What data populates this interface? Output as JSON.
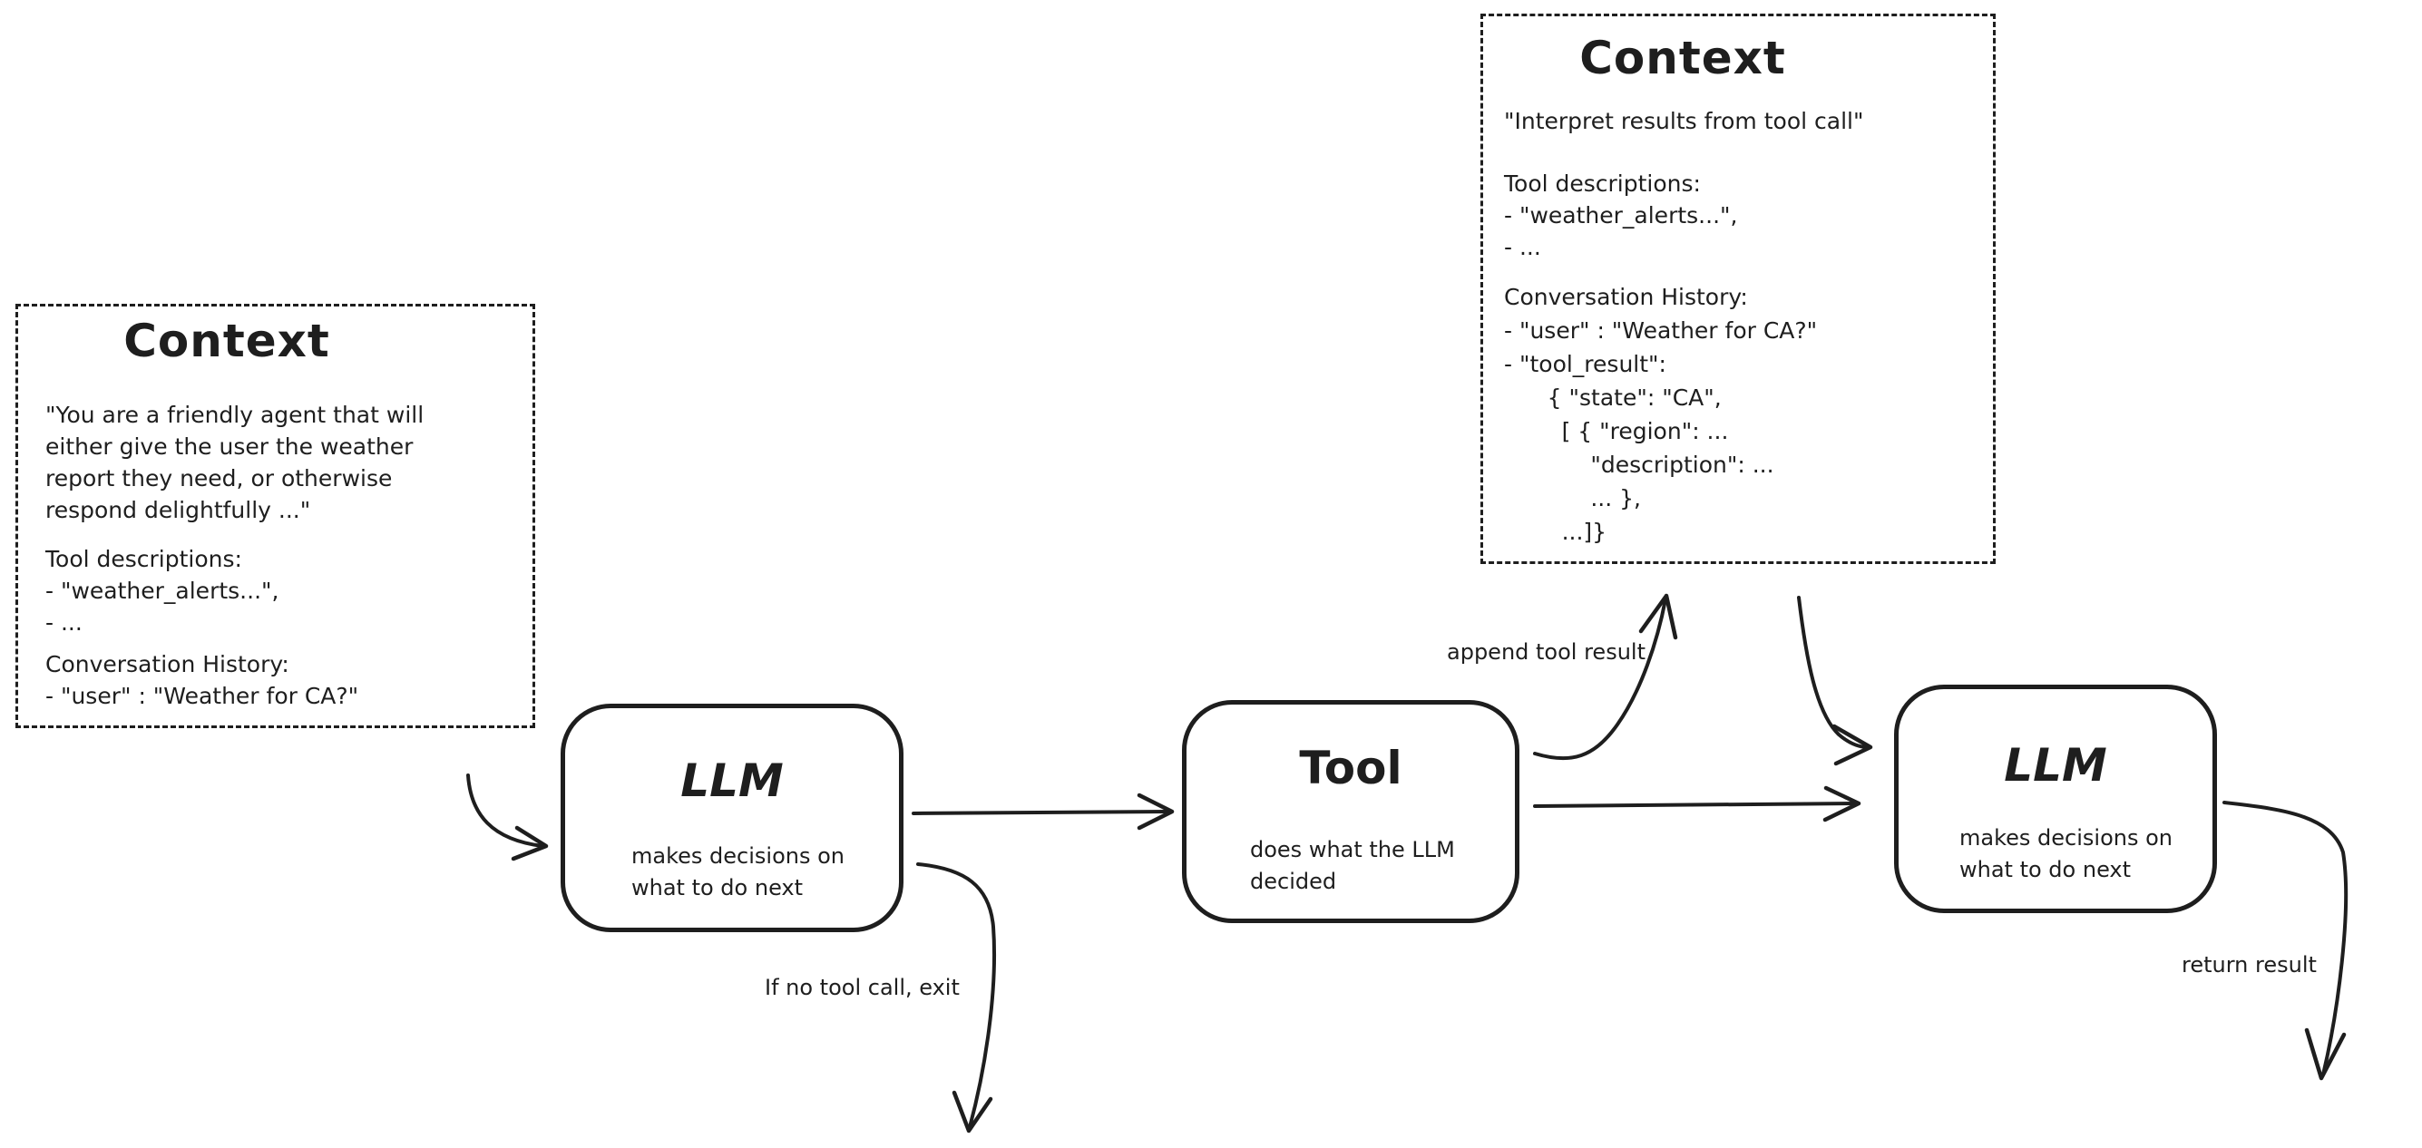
{
  "diagram": {
    "colors": {
      "stroke": "#1e1e1e",
      "background": "#ffffff"
    },
    "context_initial": {
      "title": "Context",
      "system_prompt": "\"You are a friendly agent that will\neither give the user the weather\nreport they need, or otherwise\nrespond delightfully ...\"",
      "tool_descriptions": "Tool descriptions:\n- \"weather_alerts...\",\n- ...",
      "conversation_history": "Conversation History:\n- \"user\" : \"Weather for CA?\""
    },
    "context_after_tool": {
      "title": "Context",
      "intro": "\"Interpret results from tool call\"",
      "tool_descriptions": "Tool descriptions:\n- \"weather_alerts...\",\n- ...",
      "conversation_history": "Conversation History:\n- \"user\" : \"Weather for CA?\"\n- \"tool_result\":\n      { \"state\": \"CA\",\n        [ { \"region\": ...\n            \"description\": ...\n            ... },\n        ...]}"
    },
    "nodes": {
      "llm1": {
        "title": "LLM",
        "description": "makes decisions on\nwhat to do next"
      },
      "tool": {
        "title": "Tool",
        "description": "does what the LLM\ndecided"
      },
      "llm2": {
        "title": "LLM",
        "description": "makes decisions on\nwhat to do next"
      }
    },
    "edge_labels": {
      "append_tool_result": "append tool result",
      "if_no_tool_call": "If no tool call, exit",
      "return_result": "return result"
    }
  }
}
